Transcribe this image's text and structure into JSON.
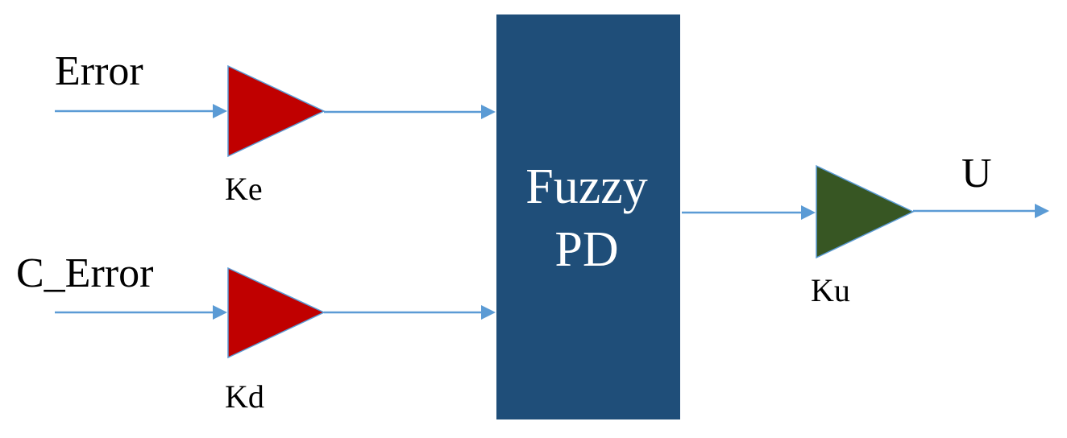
{
  "inputs": {
    "error_label": "Error",
    "c_error_label": "C_Error"
  },
  "gains": {
    "ke_label": "Ke",
    "kd_label": "Kd",
    "ku_label": "Ku"
  },
  "controller": {
    "line1": "Fuzzy",
    "line2": "PD"
  },
  "output": {
    "label": "U"
  },
  "colors": {
    "wire": "#5b9bd5",
    "input_gain_fill": "#c00000",
    "output_gain_fill": "#375623",
    "controller_fill": "#1f4e79",
    "controller_text": "#ffffff"
  }
}
